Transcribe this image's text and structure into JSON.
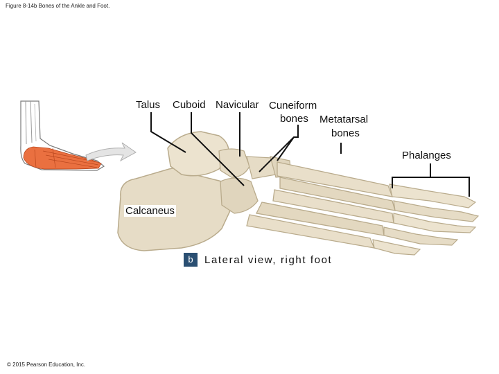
{
  "figure_title": "Figure 8-14b Bones of the Ankle and Foot.",
  "labels": {
    "talus": "Talus",
    "cuboid": "Cuboid",
    "navicular": "Navicular",
    "cuneiform_line1": "Cuneiform",
    "cuneiform_line2": "bones",
    "metatarsal_line1": "Metatarsal",
    "metatarsal_line2": "bones",
    "phalanges": "Phalanges",
    "calcaneus": "Calcaneus"
  },
  "caption": {
    "letter": "b",
    "text": "Lateral view, right foot"
  },
  "copyright": "© 2015 Pearson Education, Inc.",
  "colors": {
    "bone": "#e6dcc6",
    "bone_shadow": "#b9ab8c",
    "highlight_bones": "#ea7040",
    "caption_badge": "#2a4f72"
  }
}
